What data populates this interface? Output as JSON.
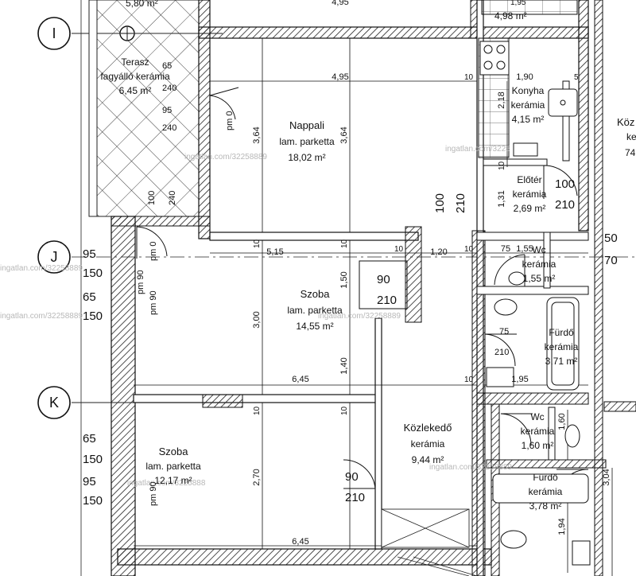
{
  "axes": [
    {
      "label": "I"
    },
    {
      "label": "J"
    },
    {
      "label": "K"
    }
  ],
  "rooms": [
    {
      "id": "terasz",
      "name": "Terasz",
      "sub": "fagyálló kerámia",
      "area": "6,45 m²"
    },
    {
      "id": "nappali",
      "name": "Nappali",
      "sub": "lam. parketta",
      "area": "18,02 m²"
    },
    {
      "id": "konyha",
      "name": "Konyha",
      "sub": "kerámia",
      "area": "4,15 m²"
    },
    {
      "id": "eloter",
      "name": "Előtér",
      "sub": "kerámia",
      "area": "2,69 m²"
    },
    {
      "id": "wc1",
      "name": "Wc",
      "sub": "kerámia",
      "area": "1,55 m²"
    },
    {
      "id": "szoba1",
      "name": "Szoba",
      "sub": "lam. parketta",
      "area": "14,55 m²"
    },
    {
      "id": "furdo1",
      "name": "Fürdő",
      "sub": "kerámia",
      "area": "3,71 m²"
    },
    {
      "id": "kozlekedo",
      "name": "Közlekedő",
      "sub": "kerámia",
      "area": "9,44 m²"
    },
    {
      "id": "wc2",
      "name": "Wc",
      "sub": "kerámia",
      "area": "1,60 m²"
    },
    {
      "id": "szoba2",
      "name": "Szoba",
      "sub": "lam. parketta",
      "area": "12,17 m²"
    },
    {
      "id": "furdo2",
      "name": "Fürdő",
      "sub": "kerámia",
      "area": "3,78 m²"
    }
  ],
  "partial": {
    "top_left": "5,80 m²",
    "top_right_area": "4,98 m²",
    "top_right_dim": "1,95",
    "right_koz": "Köz",
    "right_ke": "ke",
    "right_74": "74"
  },
  "dims": {
    "d495_top": "4,95",
    "d495": "4,95",
    "d515": "5,15",
    "d645a": "6,45",
    "d645b": "6,45",
    "d120": "1,20",
    "d195": "1,95",
    "d190": "1,90",
    "d364a": "3,64",
    "d364b": "3,64",
    "d300": "3,00",
    "d270": "2,70",
    "d150": "1,50",
    "d140": "1,40",
    "d131": "1,31",
    "d218": "2,18",
    "d304": "3,04",
    "d160": "1,60",
    "d194": "1,94",
    "d75": "75",
    "d155": "1,55",
    "t10": "10",
    "t5": "5",
    "pm0": "pm 0",
    "pm90": "pm 90",
    "pm0b": "pm 0",
    "pm90b": "pm 90",
    "pm90c": "pm 90"
  },
  "windows": {
    "w65": "65",
    "w240": "240",
    "w95": "95",
    "w100": "100",
    "w150": "150",
    "w210": "210",
    "w90": "90",
    "w50": "50",
    "w70": "70",
    "w75": "75"
  },
  "watermark": "ingatlan.com/32258889",
  "watermark_short": "ingatlan.com/3225",
  "watermark_mid": "ingatlan.com/3225888"
}
